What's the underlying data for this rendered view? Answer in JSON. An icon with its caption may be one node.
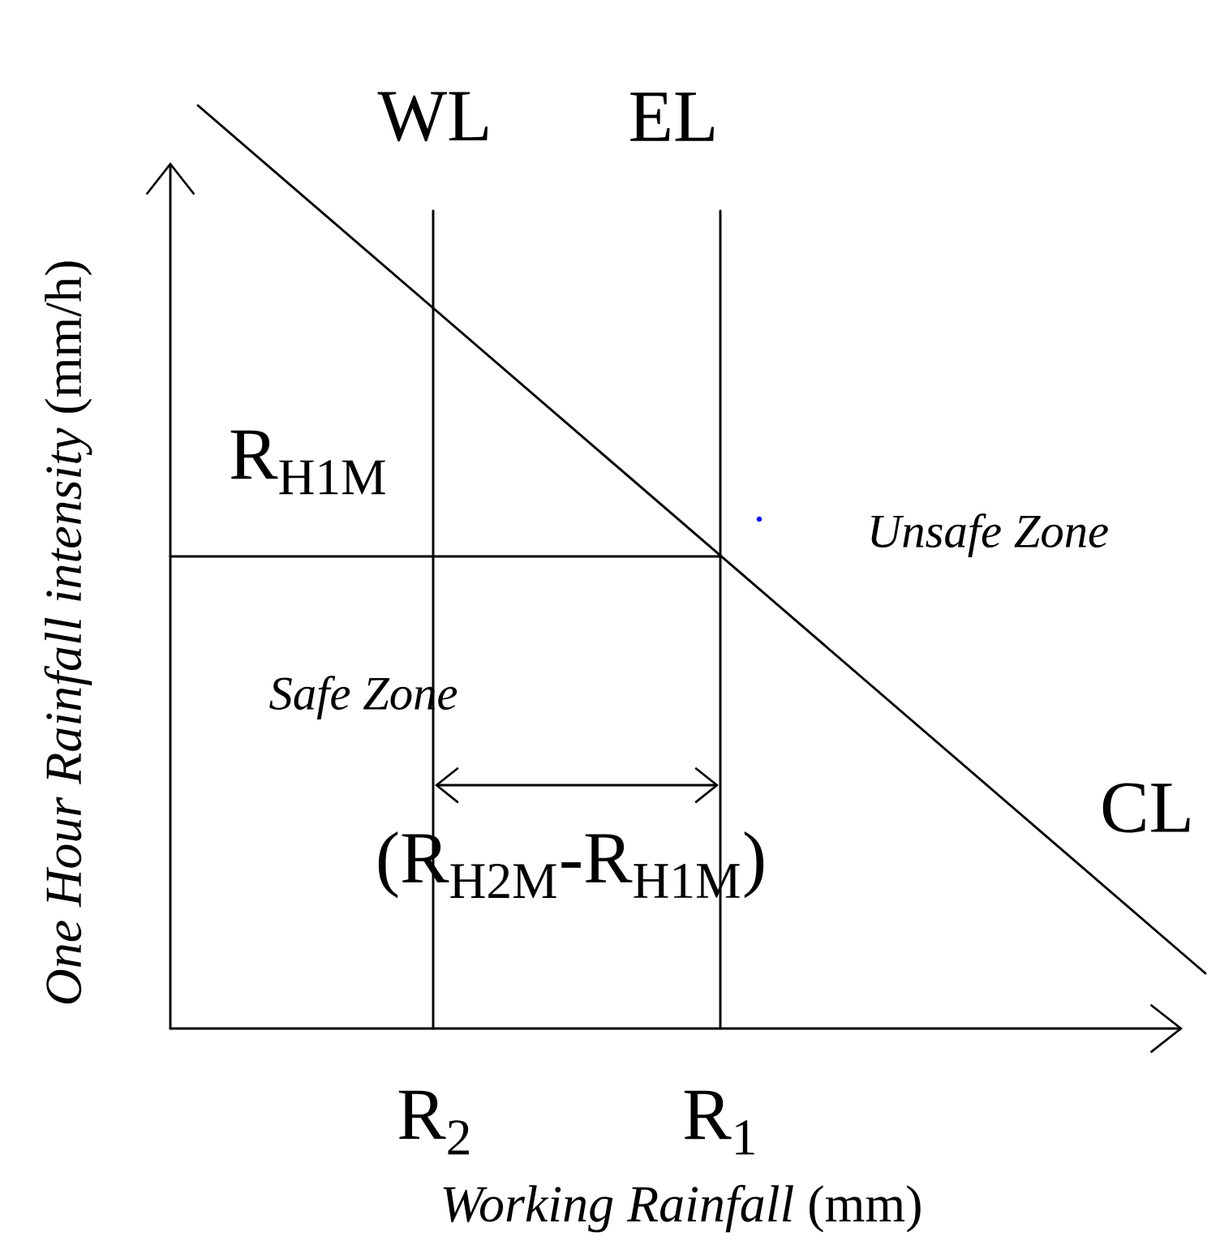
{
  "diagram": {
    "labels": [
      "WL",
      "EL",
      "R$_{H1M}$",
      "Unsafe Zone",
      "Safe Zone",
      "CL",
      "(R$_{H2M}$-R$_{H1M}$)",
      "R$_{2}$",
      "R$_{1}$",
      "*One Hour Rainfall intensity* (mm/h)",
      "*Working Rainfall* (mm)"
    ]
  }
}
